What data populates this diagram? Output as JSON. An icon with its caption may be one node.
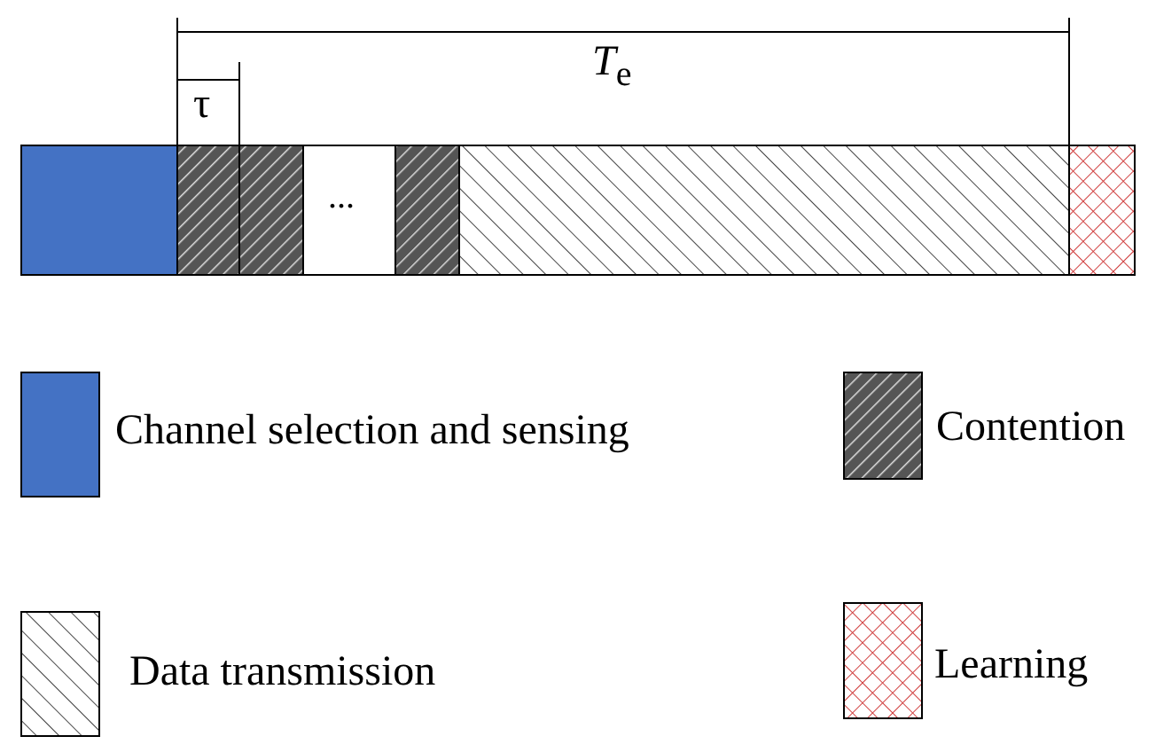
{
  "diagram": {
    "labels": [
      "τ",
      "*T*$_{e}$",
      "..."
    ],
    "legend": [
      {
        "text": "Channel selection and sensing",
        "color": "#4472c4"
      },
      {
        "text": "Contention"
      },
      {
        "text": "Data transmission"
      },
      {
        "text": "Learning"
      }
    ]
  }
}
